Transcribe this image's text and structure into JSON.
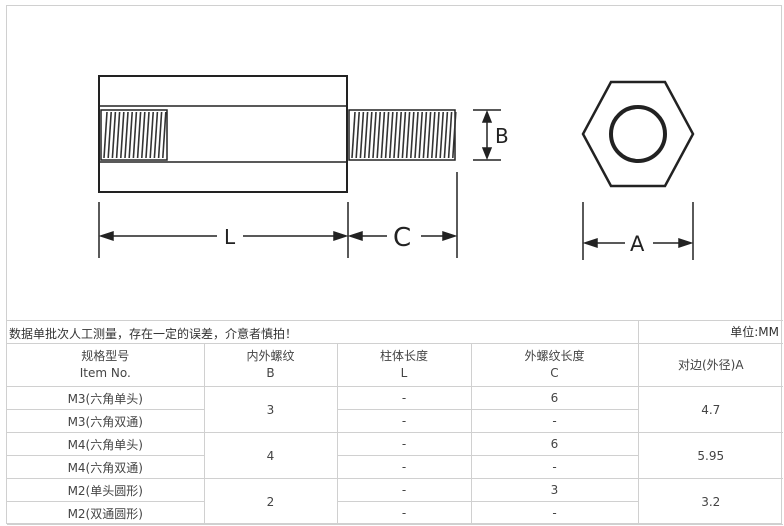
{
  "drawing": {
    "label_L": "L",
    "label_C": "C",
    "label_B": "B",
    "label_A": "A"
  },
  "note": "数据单批次人工测量，存在一定的误差，介意者慎拍！",
  "unit": "单位:MM",
  "table": {
    "headers": [
      {
        "zh": "规格型号",
        "sub": "Item No."
      },
      {
        "zh": "内外螺纹",
        "sub": "B"
      },
      {
        "zh": "柱体长度",
        "sub": "L"
      },
      {
        "zh": "外螺纹长度",
        "sub": "C"
      },
      {
        "zh": "对边(外径)A",
        "sub": ""
      }
    ],
    "groups": [
      {
        "b": "3",
        "a": "4.7",
        "rows": [
          {
            "item": "M3(六角单头)",
            "l": "-",
            "c": "6"
          },
          {
            "item": "M3(六角双通)",
            "l": "-",
            "c": "-"
          }
        ]
      },
      {
        "b": "4",
        "a": "5.95",
        "rows": [
          {
            "item": "M4(六角单头)",
            "l": "-",
            "c": "6"
          },
          {
            "item": "M4(六角双通)",
            "l": "-",
            "c": "-"
          }
        ]
      },
      {
        "b": "2",
        "a": "3.2",
        "rows": [
          {
            "item": "M2(单头圆形)",
            "l": "-",
            "c": "3"
          },
          {
            "item": "M2(双通圆形)",
            "l": "-",
            "c": "-"
          }
        ]
      }
    ]
  }
}
